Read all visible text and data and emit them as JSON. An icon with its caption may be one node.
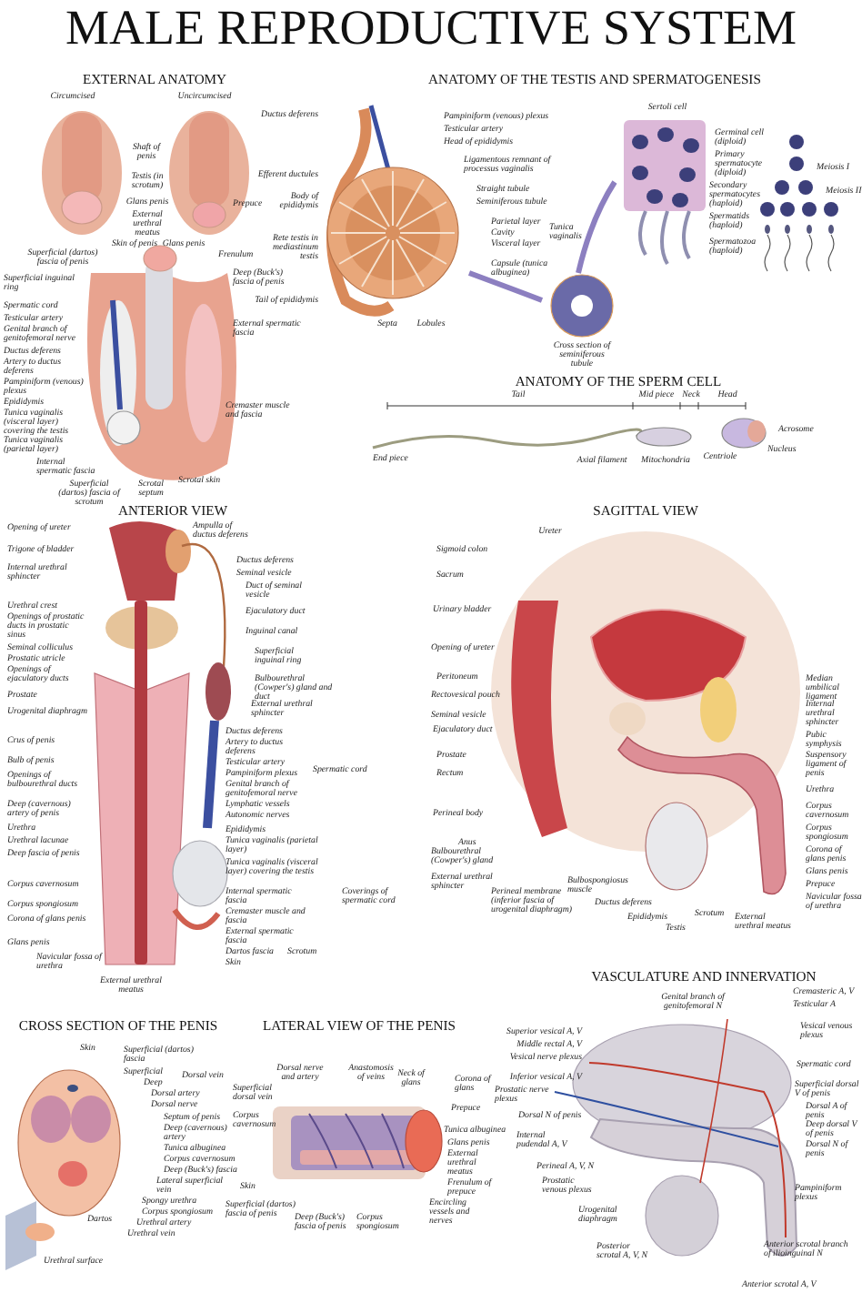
{
  "diagram": {
    "title": "MALE REPRODUCTIVE SYSTEM",
    "labels": [
      "EXTERNAL ANATOMY",
      "Circumcised",
      "Uncircumcised",
      "Shaft of penis",
      "Testis (in scrotum)",
      "Glans penis",
      "External urethral meatus",
      "Prepuce",
      "Skin of penis",
      "Glans penis",
      "Frenulum",
      "Superficial (dartos) fascia of penis",
      "Superficial inguinal ring",
      "Spermatic cord",
      "Testicular artery",
      "Genital branch of genitofemoral nerve",
      "Ductus deferens",
      "Artery to ductus deferens",
      "Pampiniform (venous) plexus",
      "Epididymis",
      "Tunica vaginalis (visceral layer) covering the testis",
      "Tunica vaginalis (parietal layer)",
      "Internal spermatic fascia",
      "Superficial (dartos) fascia of scrotum",
      "Scrotal septum",
      "Scrotal skin",
      "Deep (Buck's) fascia of penis",
      "External spermatic fascia",
      "Cremaster muscle and fascia",
      "ANATOMY OF THE TESTIS AND SPERMATOGENESIS",
      "Ductus deferens",
      "Efferent ductules",
      "Body of epididymis",
      "Rete testis in mediastinum testis",
      "Tail of epididymis",
      "Septa",
      "Lobules",
      "Pampiniform (venous) plexus",
      "Testicular artery",
      "Head of epididymis",
      "Ligamentous remnant of processus vaginalis",
      "Straight tubule",
      "Seminiferous tubule",
      "Parietal layer",
      "Cavity",
      "Visceral layer",
      "Tunica vaginalis",
      "Capsule (tunica albuginea)",
      "Cross section of seminiferous tubule",
      "Sertoli cell",
      "Germinal cell (diploid)",
      "Primary spermatocyte (diploid)",
      "Secondary spermatocytes (haploid)",
      "Spermatids (haploid)",
      "Spermatozoa (haploid)",
      "Meiosis I",
      "Meiosis II",
      "ANATOMY OF THE SPERM CELL",
      "Tail",
      "Mid piece",
      "Neck",
      "Head",
      "End piece",
      "Axial filament",
      "Mitochondria",
      "Centriole",
      "Acrosome",
      "Nucleus",
      "ANTERIOR VIEW",
      "SAGITTAL VIEW",
      "Opening of ureter",
      "Trigone of bladder",
      "Internal urethral sphincter",
      "Urethral crest",
      "Openings of prostatic ducts in prostatic sinus",
      "Seminal colliculus",
      "Prostatic utricle",
      "Openings of ejaculatory ducts",
      "Prostate",
      "Urogenital diaphragm",
      "Crus of penis",
      "Bulb of penis",
      "Openings of bulbourethral ducts",
      "Deep (cavernous) artery of penis",
      "Urethra",
      "Urethral lacunae",
      "Deep fascia of penis",
      "Corpus cavernosum",
      "Corpus spongiosum",
      "Corona of glans penis",
      "Glans penis",
      "Navicular fossa of urethra",
      "External urethral meatus",
      "Ampulla of ductus deferens",
      "Ductus deferens",
      "Seminal vesicle",
      "Duct of seminal vesicle",
      "Ejaculatory duct",
      "Inguinal canal",
      "Superficial inguinal ring",
      "Bulbourethral (Cowper's) gland and duct",
      "External urethral sphincter",
      "Ductus deferens",
      "Artery to ductus deferens",
      "Testicular artery",
      "Pampiniform plexus",
      "Genital branch of genitofemoral nerve",
      "Lymphatic vessels",
      "Autonomic nerves",
      "Spermatic cord",
      "Epididymis",
      "Tunica vaginalis (parietal layer)",
      "Tunica vaginalis (visceral layer) covering the testis",
      "Internal spermatic fascia",
      "Cremaster muscle and fascia",
      "External spermatic fascia",
      "Coverings of spermatic cord",
      "Dartos fascia",
      "Skin",
      "Scrotum",
      "Ureter",
      "Sigmoid colon",
      "Sacrum",
      "Urinary bladder",
      "Opening of ureter",
      "Peritoneum",
      "Rectovesical pouch",
      "Seminal vesicle",
      "Ejaculatory duct",
      "Prostate",
      "Rectum",
      "Perineal body",
      "Anus",
      "Bulbourethral (Cowper's) gland",
      "External urethral sphincter",
      "Perineal membrane (inferior fascia of urogenital diaphragm)",
      "Bulbospongiosus muscle",
      "Ductus deferens",
      "Epididymis",
      "Testis",
      "Scrotum",
      "External urethral meatus",
      "Median umbilical ligament",
      "Internal urethral sphincter",
      "Pubic symphysis",
      "Suspensory ligament of penis",
      "Urethra",
      "Corpus cavernosum",
      "Corpus spongiosum",
      "Corona of glans penis",
      "Glans penis",
      "Prepuce",
      "Navicular fossa of urethra",
      "CROSS SECTION OF THE PENIS",
      "Skin",
      "Superficial (dartos) fascia",
      "Superficial",
      "Deep",
      "Dorsal vein",
      "Dorsal artery",
      "Dorsal nerve",
      "Septum of penis",
      "Deep (cavernous) artery",
      "Tunica albuginea",
      "Corpus cavernosum",
      "Deep (Buck's) fascia",
      "Lateral superficial vein",
      "Spongy urethra",
      "Corpus spongiosum",
      "Urethral artery",
      "Urethral vein",
      "Dartos",
      "Urethral surface",
      "LATERAL VIEW OF THE PENIS",
      "Dorsal nerve and artery",
      "Anastomosis of veins",
      "Neck of glans",
      "Superficial dorsal vein",
      "Corpus cavernosum",
      "Skin",
      "Superficial (dartos) fascia of penis",
      "Deep (Buck's) fascia of penis",
      "Corpus spongiosum",
      "Corona of glans",
      "Prepuce",
      "Tunica albuginea",
      "Glans penis",
      "External urethral meatus",
      "Frenulum of prepuce",
      "Encircling vessels and nerves",
      "VASCULATURE AND INNERVATION",
      "Genital branch of genitofemoral N",
      "Cremasteric A, V",
      "Testicular A",
      "Vesical venous plexus",
      "Superior vesical A, V",
      "Middle rectal A, V",
      "Vesical nerve plexus",
      "Inferior vesical A, V",
      "Prostatic nerve plexus",
      "Dorsal N of penis",
      "Internal pudendal A, V",
      "Perineal A, V, N",
      "Prostatic venous plexus",
      "Urogenital diaphragm",
      "Posterior scrotal A, V, N",
      "Spermatic cord",
      "Superficial dorsal V of penis",
      "Dorsal A of penis",
      "Deep dorsal V of penis",
      "Dorsal N of penis",
      "Pampiniform plexus",
      "Anterior scrotal branch of ilioinguinal N",
      "Anterior scrotal A, V"
    ]
  }
}
